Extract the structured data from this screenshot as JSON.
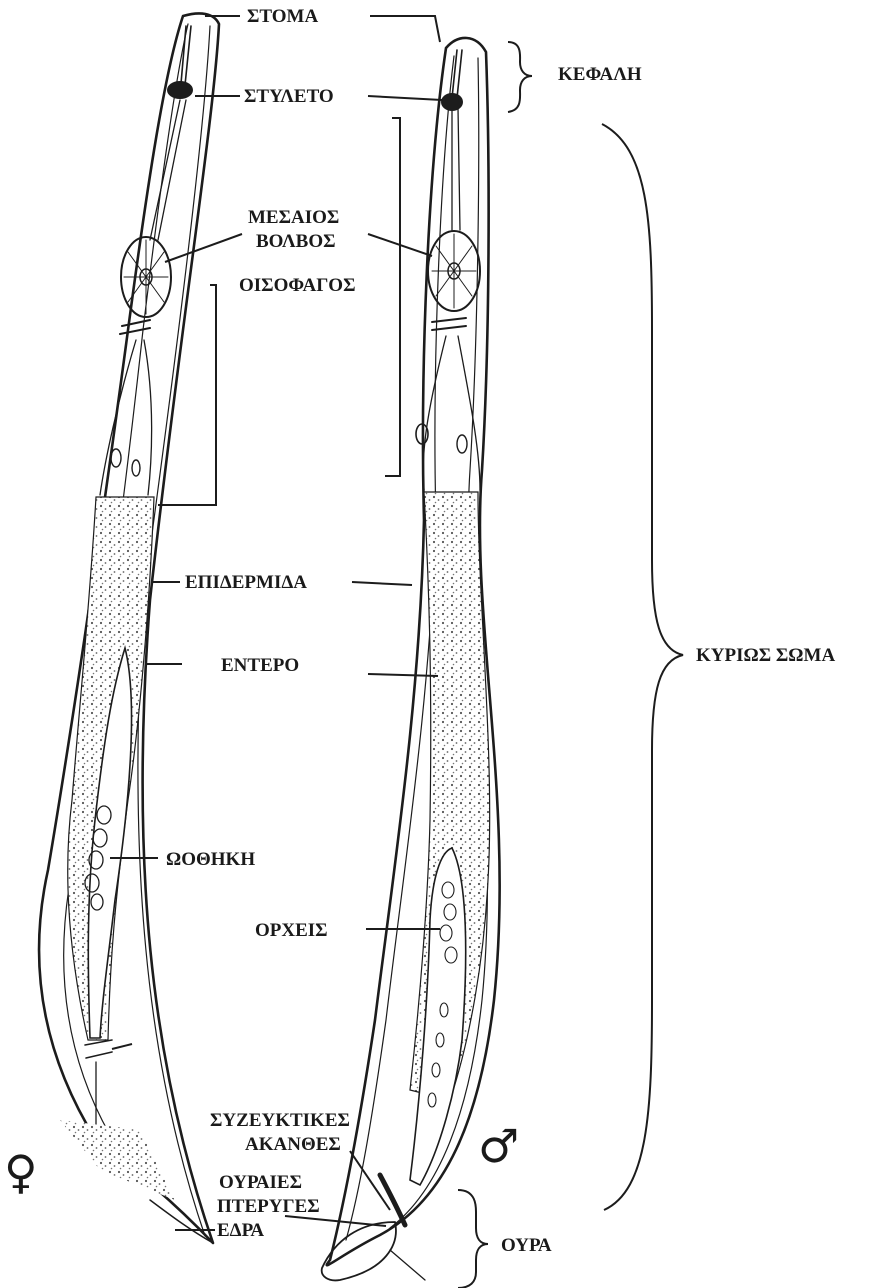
{
  "labels": {
    "mouth": "ΣΤΟΜΑ",
    "stylet": "ΣΤΥΛΕΤΟ",
    "head": "ΚΕΦΑΛΗ",
    "median_bulb_line1": "ΜΕΣΑΙΟΣ",
    "median_bulb_line2": "ΒΟΛΒΟΣ",
    "esophagus": "ΟΙΣΟΦΑΓΟΣ",
    "epidermis": "ΕΠΙΔΕΡΜΙΔΑ",
    "intestine": "ΕΝΤΕΡΟ",
    "main_body": "ΚΥΡΙΩΣ ΣΩΜΑ",
    "ovary": "ΩΟΘΗΚΗ",
    "testes": "ΟΡΧΕΙΣ",
    "spicules_line1": "ΣΥΖΕΥΚΤΙΚΕΣ",
    "spicules_line2": "ΑΚΑΝΘΕΣ",
    "bursa_line1": "ΟΥΡΑΙΕΣ",
    "bursa_line2": "ΠΤΕΡΥΓΕΣ",
    "anus": "ΕΔΡΑ",
    "tail": "ΟΥΡΑ",
    "female_symbol": "♀",
    "male_symbol": "♂"
  },
  "colors": {
    "ink": "#1c1c1c",
    "stipple": "#555555",
    "background": "#ffffff"
  }
}
